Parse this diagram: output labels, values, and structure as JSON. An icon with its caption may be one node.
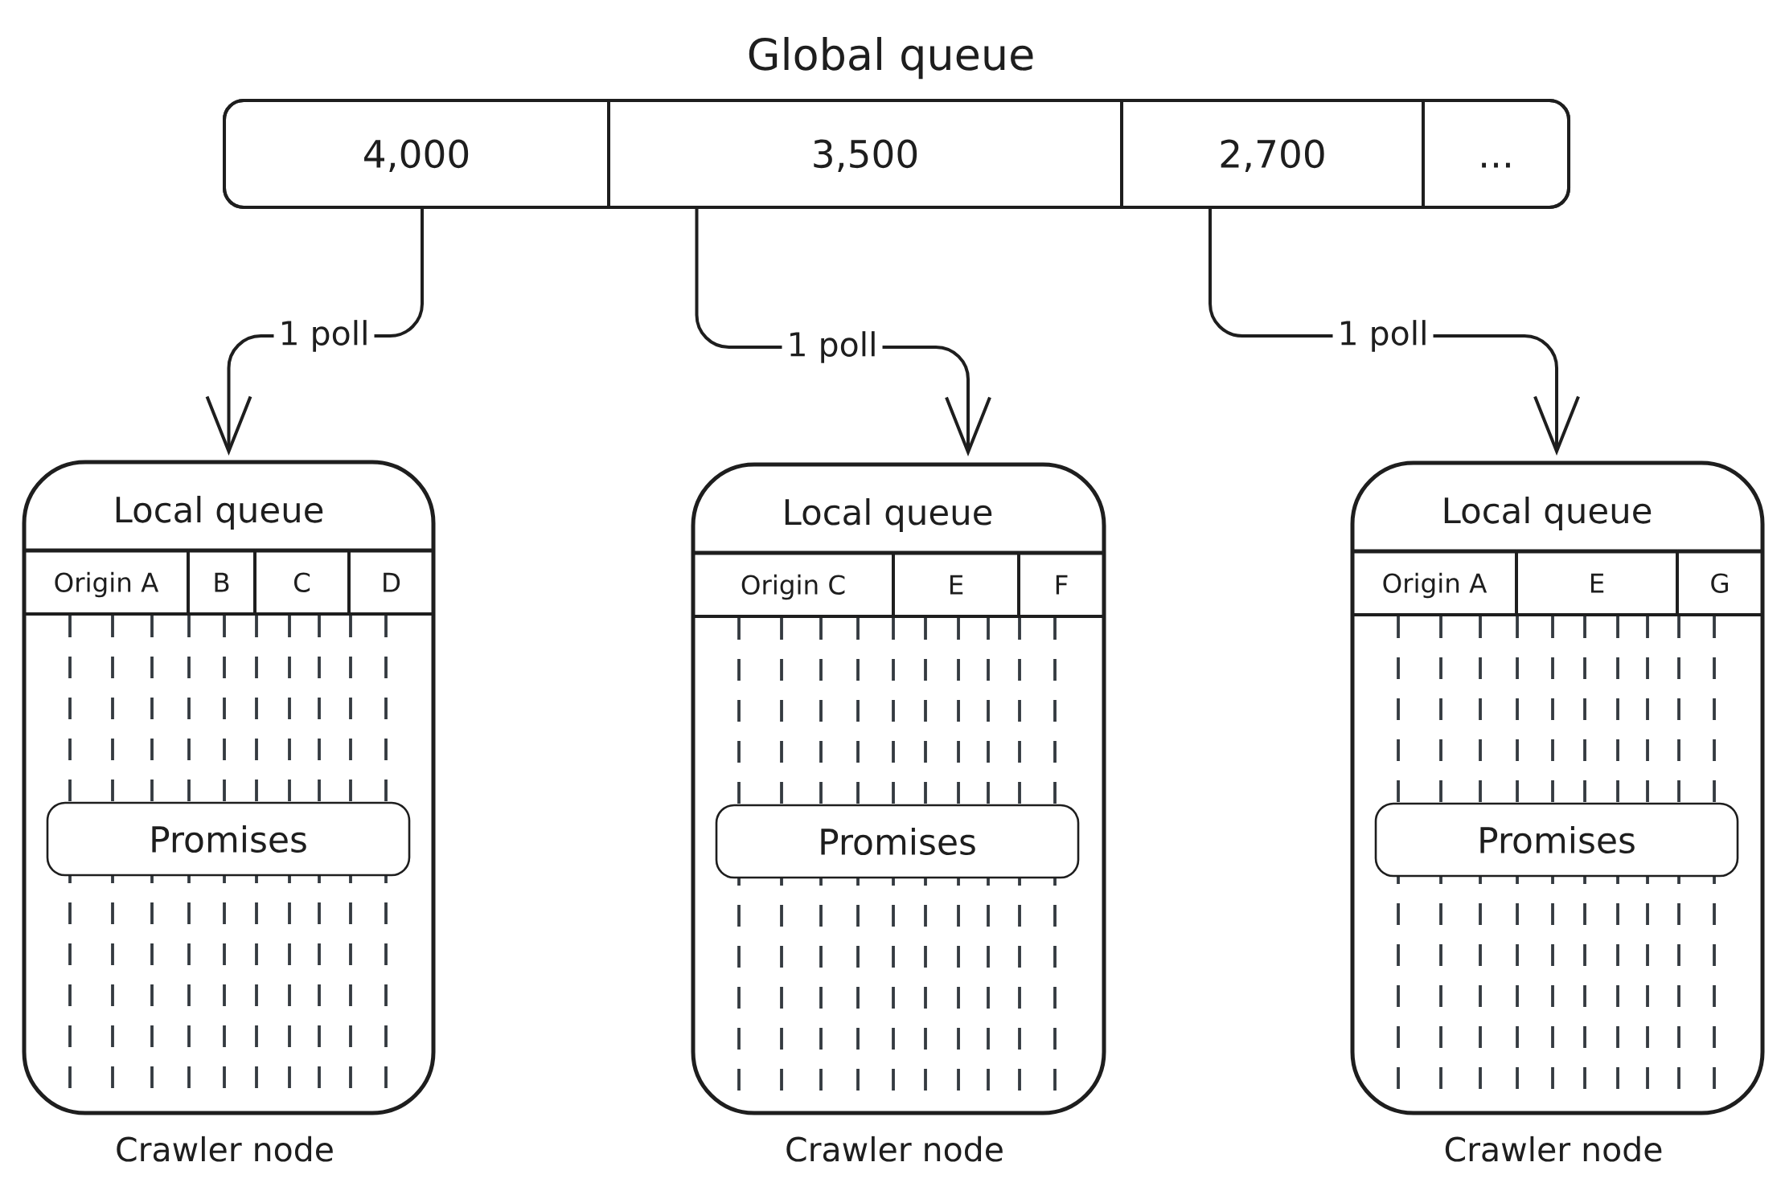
{
  "diagram": {
    "nodes": [
      {
        "text": [
          "Global queue"
        ]
      },
      {
        "text": [
          "4,000"
        ],
        "in": 0
      },
      {
        "text": [
          "3,500"
        ],
        "in": 0
      },
      {
        "text": [
          "2,700"
        ],
        "in": 0
      },
      {
        "text": [
          "..."
        ],
        "in": 0
      },
      {
        "text": [
          "Local queue"
        ],
        "beside": [
          "Crawler node"
        ]
      },
      {
        "text": [
          "Origin A"
        ],
        "in": 5
      },
      {
        "text": [
          "B"
        ],
        "in": 5
      },
      {
        "text": [
          "C"
        ],
        "in": 5
      },
      {
        "text": [
          "D"
        ],
        "in": 5
      },
      {
        "text": [
          "Promises"
        ],
        "in": 5
      },
      {
        "text": [
          "Local queue"
        ],
        "beside": [
          "Crawler node"
        ]
      },
      {
        "text": [
          "Origin C"
        ],
        "in": 11
      },
      {
        "text": [
          "E"
        ],
        "in": 11
      },
      {
        "text": [
          "F"
        ],
        "in": 11
      },
      {
        "text": [
          "Promises"
        ],
        "in": 11
      },
      {
        "text": [
          "Local queue"
        ],
        "beside": [
          "Crawler node"
        ]
      },
      {
        "text": [
          "Origin A"
        ],
        "in": 16
      },
      {
        "text": [
          "E"
        ],
        "in": 16
      },
      {
        "text": [
          "G"
        ],
        "in": 16
      },
      {
        "text": [
          "Promises"
        ],
        "in": 16
      }
    ],
    "edges": [
      {
        "from": 1,
        "to": 5,
        "arrow": "to",
        "label": "1 poll"
      },
      {
        "from": 2,
        "to": 11,
        "arrow": "to",
        "label": "1 poll"
      },
      {
        "from": 3,
        "to": 16,
        "arrow": "to",
        "label": "1 poll"
      }
    ]
  }
}
